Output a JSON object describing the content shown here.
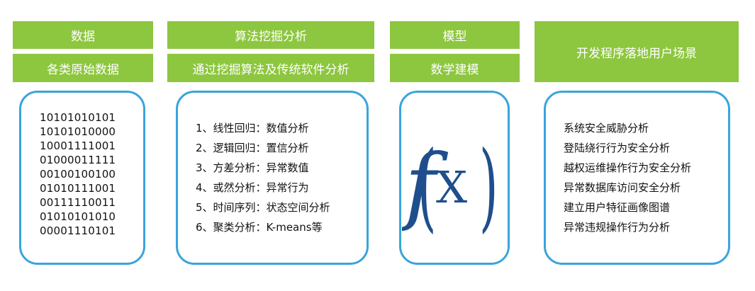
{
  "columns": [
    {
      "title": "数据",
      "subtitle": "各类原始数据",
      "binary_lines": [
        "10101010101",
        "10101010000",
        "10001111001",
        "01000011111",
        "00100100100",
        "01010111001",
        "00111110011",
        "01010101010",
        "00001110101"
      ]
    },
    {
      "title": "算法挖掘分析",
      "subtitle": "通过挖掘算法及传统软件分析",
      "items": [
        "1、线性回归：数值分析",
        "2、逻辑回归：置信分析",
        "3、方差分析：异常数值",
        "4、或然分析：异常行为",
        "5、时间序列：状态空间分析",
        "6、聚类分析：K-means等"
      ]
    },
    {
      "title": "模型",
      "subtitle": "数学建模",
      "formula": {
        "f": "f",
        "open_paren": "(",
        "x": "X",
        "close_paren": ")"
      }
    },
    {
      "title": "开发程序落地用户场景",
      "items": [
        "系统安全威胁分析",
        "登陆绕行行为安全分析",
        "越权运维操作行为安全分析",
        "异常数据库访问安全分析",
        "建立用户特征画像图谱",
        "异常违规操作行为分析"
      ]
    }
  ],
  "colors": {
    "header_green": "#8dc63f",
    "card_border_blue": "#3aa4dc",
    "formula_blue": "#1f4e8c"
  }
}
